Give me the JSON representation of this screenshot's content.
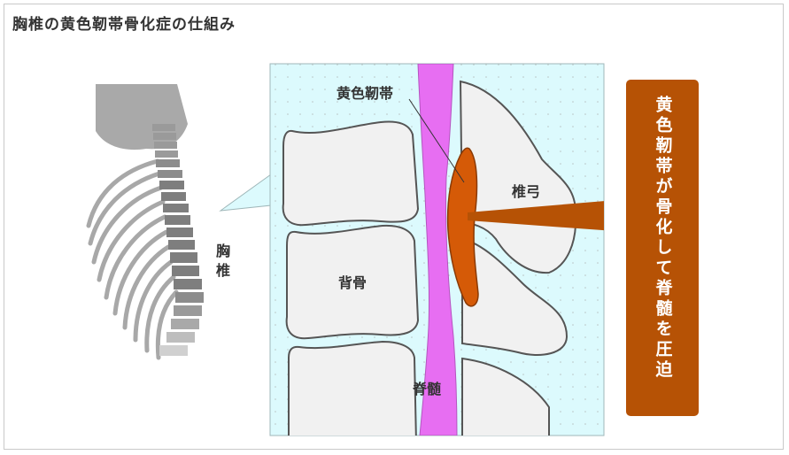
{
  "title": "胸椎の黄色靭帯骨化症の仕組み",
  "labels": {
    "thoracic_spine": "胸椎",
    "ligamentum_flavum": "黄色靭帯",
    "vertebral_arch": "椎弓",
    "vertebral_body": "背骨",
    "spinal_cord": "脊髄"
  },
  "callout": "黄色靭帯が骨化して脊髄を圧迫",
  "colors": {
    "panel_background": "#dcfafd",
    "ligament": "#e76ef2",
    "ossified_ligament": "#d55a07",
    "callout_background": "#b65205",
    "bone": "#f0f0f0"
  }
}
